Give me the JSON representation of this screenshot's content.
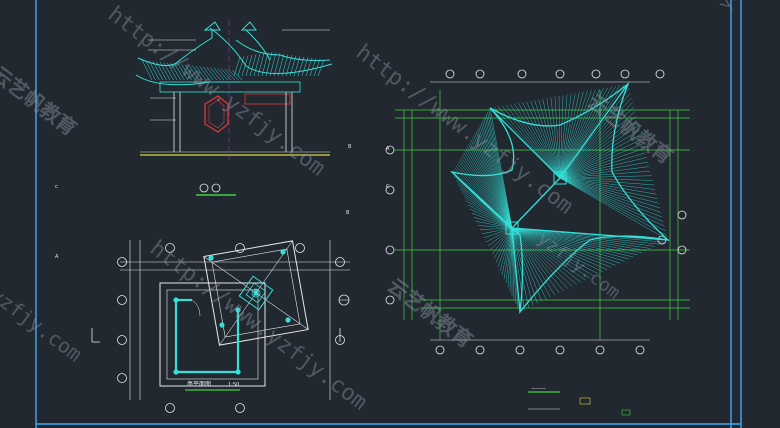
{
  "drawing": {
    "plan_label": "亭平面图",
    "plan_scale": "1:50",
    "elevation_label": "○-○",
    "roof_plan_label": "———",
    "axis_letters": [
      "c",
      "B",
      "A",
      "B",
      "A",
      "C"
    ]
  },
  "watermarks": {
    "url": "http://www.yzfjy.com",
    "url_short": "yzfjy.com",
    "url_right": "yzfjy",
    "cn": "云艺帆教育"
  },
  "colors": {
    "background": "#212830",
    "frame": "#3fa9f5",
    "cyan": "#34e0d8",
    "green": "#40d040",
    "white": "#e8e8e8",
    "red": "#e03a3a",
    "yellow": "#d8d840",
    "magenta": "#d040d0"
  }
}
